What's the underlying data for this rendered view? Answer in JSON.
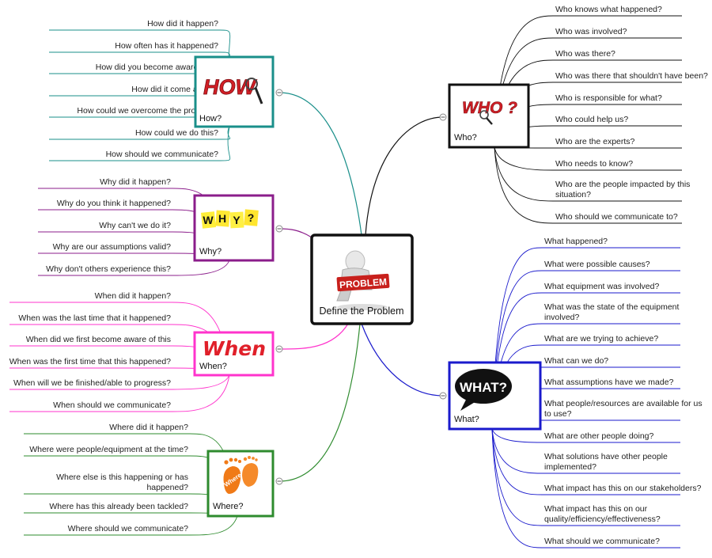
{
  "central": {
    "label": "Define the Problem",
    "badge": "PROBLEM",
    "icon": "thinking-person-icon"
  },
  "colors": {
    "how": "#1a8f8a",
    "why": "#8b1d8b",
    "when": "#ff33cc",
    "where": "#2e8b2e",
    "who": "#111111",
    "what": "#1a1acc",
    "center": "#111111"
  },
  "topics": {
    "how": {
      "label": "How?",
      "icon": "how-magnifier-icon",
      "art": "HOW",
      "items": [
        "How did it happen?",
        "How often has it happened?",
        "How did you become aware of it?",
        "How did it come about?",
        "How could we overcome the problem?",
        "How could we do this?",
        "How should we communicate?"
      ]
    },
    "why": {
      "label": "Why?",
      "icon": "why-sticky-notes-icon",
      "art": [
        "W",
        "H",
        "Y",
        "?"
      ],
      "items": [
        "Why did it happen?",
        "Why do you think it happened?",
        "Why can't we do it?",
        "Why are our assumptions valid?",
        "Why don't others experience this?"
      ]
    },
    "when": {
      "label": "When?",
      "icon": "when-lettering-icon",
      "art": "When",
      "items": [
        "When did it happen?",
        "When was the last time that it happened?",
        "When did we first become aware of this",
        "When was the first time that this happened?",
        "When will we be finished/able to progress?",
        "When should we communicate?"
      ]
    },
    "where": {
      "label": "Where?",
      "icon": "footprints-icon",
      "art": "Where",
      "items": [
        "Where did it happen?",
        "Where were people/equipment at the time?",
        [
          "Where else is this happening or has",
          "happened?"
        ],
        "Where has this already been tackled?",
        "Where should we communicate?"
      ]
    },
    "who": {
      "label": "Who?",
      "icon": "who-magnifier-icon",
      "art": "WHO ?",
      "items": [
        "Who knows what happened?",
        "Who was involved?",
        "Who was there?",
        "Who was there that shouldn't have been?",
        "Who is responsible for what?",
        "Who could help us?",
        "Who are the experts?",
        "Who needs to know?",
        [
          "Who are the people impacted by this",
          "situation?"
        ],
        "Who should we communicate to?"
      ]
    },
    "what": {
      "label": "What?",
      "icon": "what-speech-bubble-icon",
      "art": "WHAT?",
      "items": [
        "What happened?",
        "What were possible causes?",
        "What equipment was involved?",
        [
          "What was the state of the equipment",
          "involved?"
        ],
        "What are we trying to achieve?",
        "What can we do?",
        "What assumptions have we made?",
        [
          "What people/resources are available for us",
          "to use?"
        ],
        "What are other people doing?",
        [
          "What solutions have other people",
          "implemented?"
        ],
        "What impact has this on our stakeholders?",
        [
          "What impact has this on our",
          "quality/efficiency/effectiveness?"
        ],
        "What should we communicate?"
      ]
    }
  }
}
